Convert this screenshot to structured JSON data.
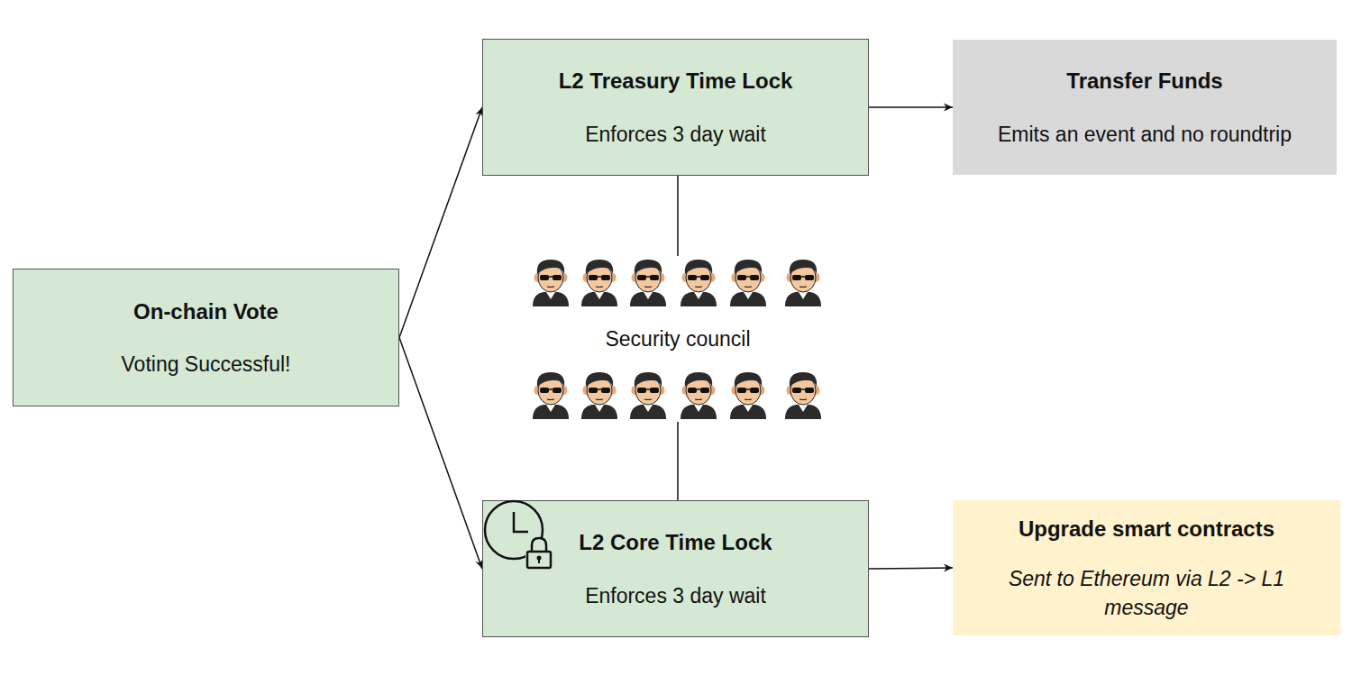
{
  "diagram": {
    "nodes": [
      {
        "text": [
          "On-chain Vote",
          "Voting Successful!"
        ]
      },
      {
        "text": [
          "L2 Treasury Time Lock",
          "Enforces 3 day wait"
        ]
      },
      {
        "text": [
          "Transfer Funds",
          "Emits an event and no roundtrip"
        ]
      },
      {
        "text": [
          "Security council"
        ]
      },
      {
        "text": [
          "L2 Core Time Lock",
          "Enforces 3 day wait"
        ]
      },
      {
        "text": [
          "Upgrade smart contracts",
          "Sent to Ethereum via L2 -> L1 message"
        ]
      }
    ],
    "edges": [
      {
        "from": 0,
        "to": 1,
        "arrow": "to"
      },
      {
        "from": 0,
        "to": 4,
        "arrow": "to"
      },
      {
        "from": 1,
        "to": 2,
        "arrow": "to"
      },
      {
        "from": 4,
        "to": 5,
        "arrow": "to"
      },
      {
        "from": 1,
        "to": 3,
        "arrow": "none"
      },
      {
        "from": 3,
        "to": 4,
        "arrow": "none"
      }
    ]
  }
}
